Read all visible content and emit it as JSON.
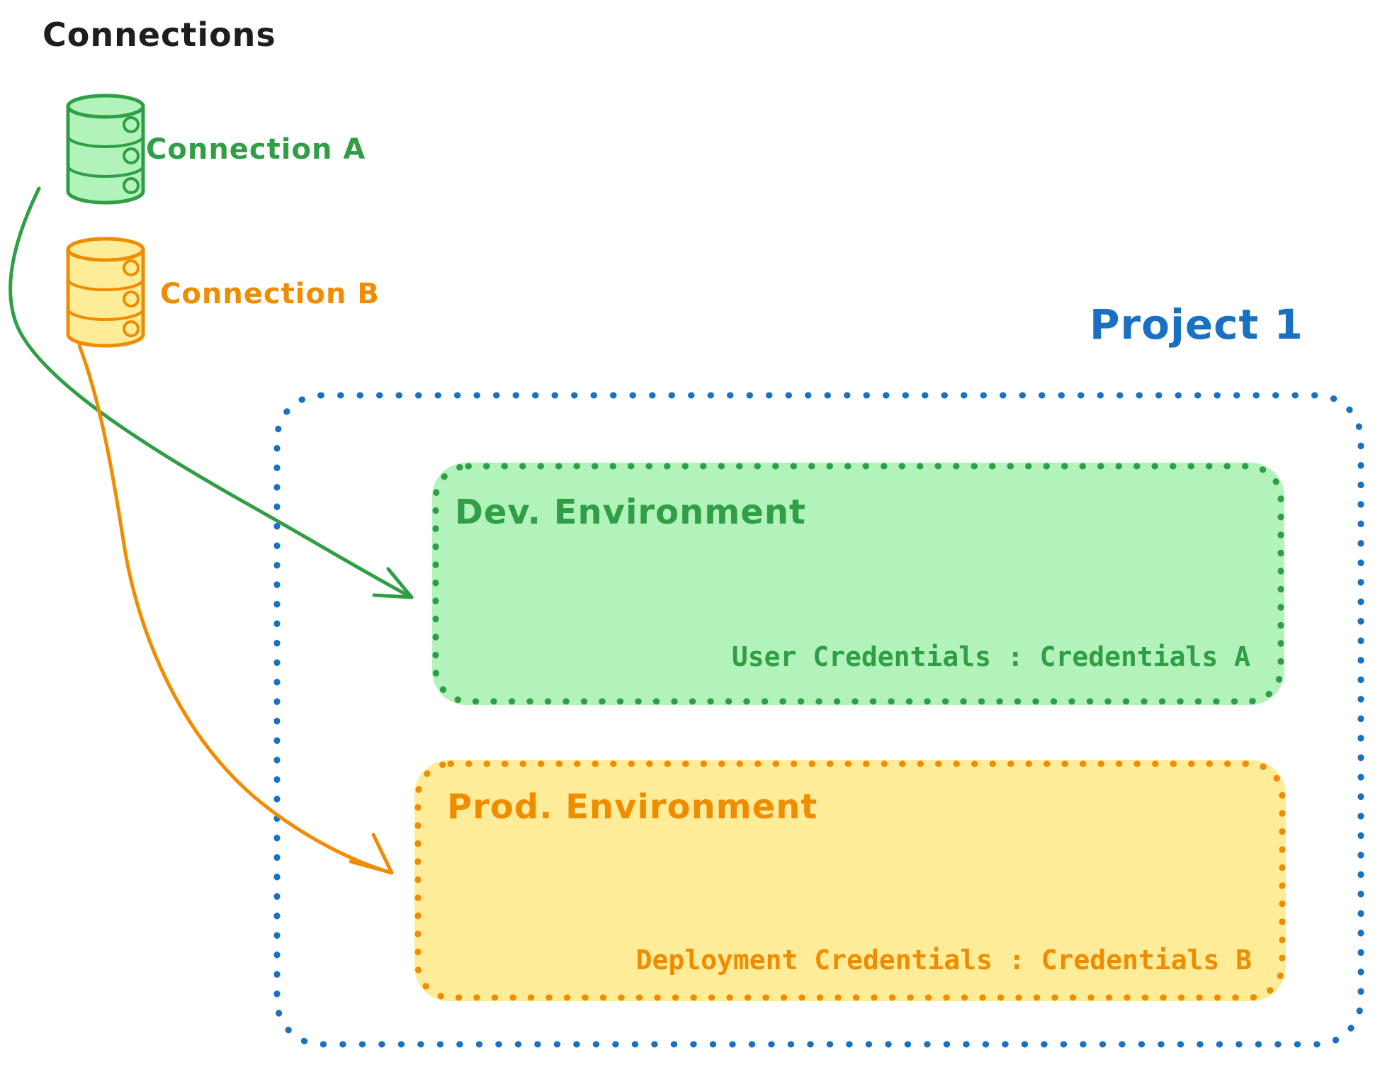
{
  "diagram": {
    "background": "#ffffff",
    "connections_section": {
      "title": "Connections",
      "title_color": "#1e1e1e",
      "items": [
        {
          "label": "Connection A",
          "icon": "database-icon",
          "color": "#2f9e44",
          "fill": "#b2f2bb"
        },
        {
          "label": "Connection B",
          "icon": "database-icon",
          "color": "#f08c00",
          "fill": "#ffec99"
        }
      ]
    },
    "project": {
      "title": "Project 1",
      "color": "#1971c2",
      "environments": [
        {
          "title": "Dev. Environment",
          "credentials_line": "User Credentials : Credentials A",
          "color": "#2f9e44",
          "fill": "#b2f2bb"
        },
        {
          "title": "Prod. Environment",
          "credentials_line": "Deployment Credentials : Credentials B",
          "color": "#f08c00",
          "fill": "#ffec99"
        }
      ]
    },
    "arrows": [
      {
        "name": "connection-a-to-dev-environment",
        "color": "#2f9e44"
      },
      {
        "name": "connection-b-to-prod-environment",
        "color": "#f08c00"
      }
    ]
  }
}
